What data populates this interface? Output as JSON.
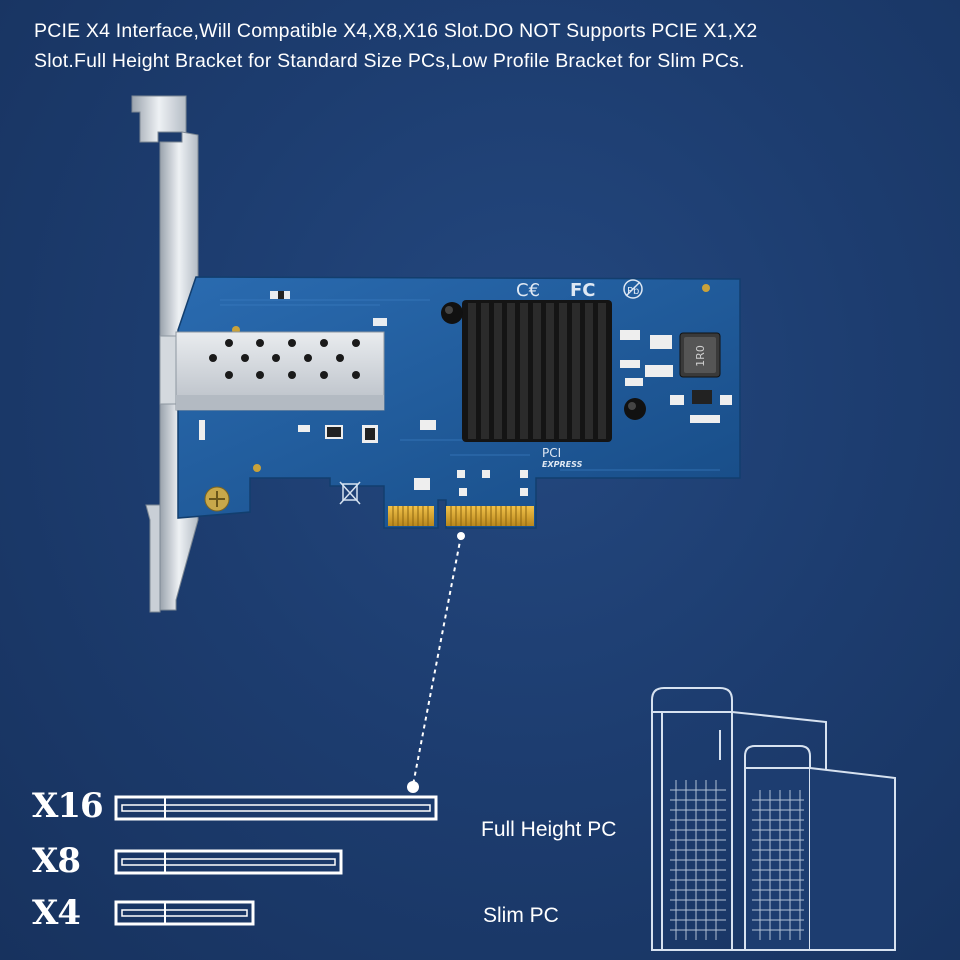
{
  "banner": {
    "line1": "PCIE X4 Interface,Will Compatible X4,X8,X16 Slot.DO NOT Supports PCIE X1,X2",
    "line2": "Slot.Full Height Bracket for Standard Size PCs,Low Profile Bracket for Slim PCs."
  },
  "card": {
    "pci_label": "PCI",
    "express_label": "EXPRESS",
    "inductor_label": "1R0"
  },
  "slots": {
    "x16": "X16",
    "x8": "X8",
    "x4": "X4"
  },
  "pcs": {
    "full_height": "Full Height PC",
    "slim": "Slim PC"
  },
  "colors": {
    "background": "#1d3d70",
    "pcb": "#1f5a99",
    "heatsink": "#1a1a1a",
    "gold_finger": "#d9a62e",
    "line_art": "#d7e2f0"
  }
}
